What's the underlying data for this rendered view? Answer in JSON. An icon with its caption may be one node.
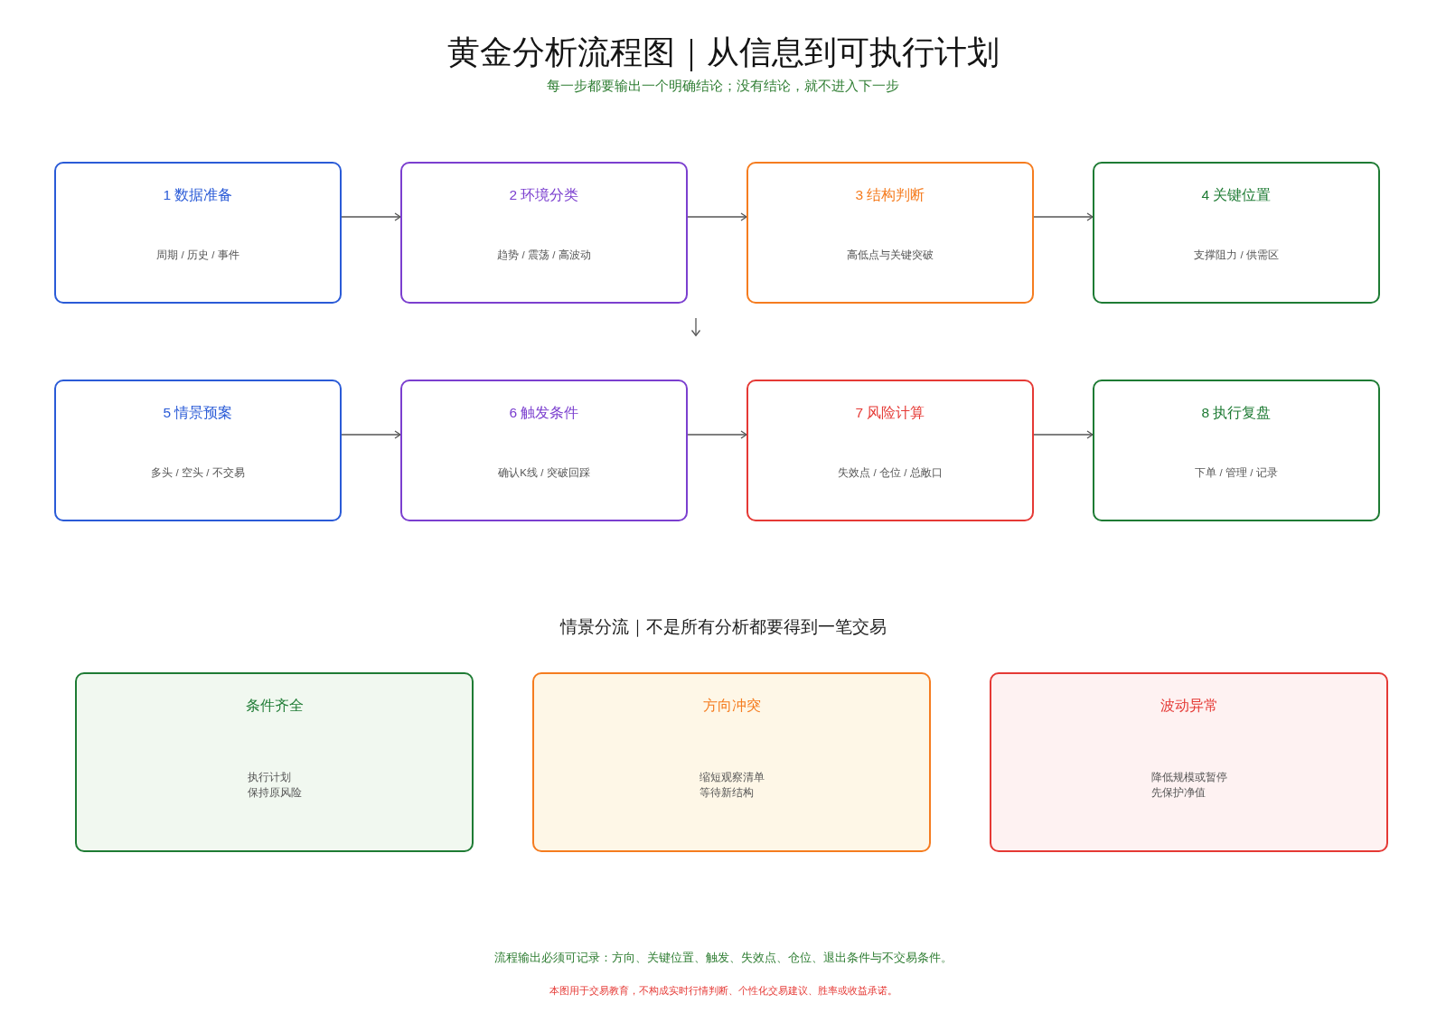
{
  "diagram": {
    "title": "黄金分析流程图｜从信息到可执行计划",
    "nodes": [
      {
        "text": [
          "1 数据准备",
          "周期 / 历史 / 事件"
        ]
      },
      {
        "text": [
          "2 环境分类",
          "趋势 / 震荡 / 高波动"
        ]
      },
      {
        "text": [
          "3 结构判断",
          "高低点与关键突破"
        ]
      },
      {
        "text": [
          "4 关键位置",
          "支撑阻力 / 供需区"
        ]
      },
      {
        "text": [
          "5 情景预案",
          "多头 / 空头 / 不交易"
        ]
      },
      {
        "text": [
          "6 触发条件",
          "确认K线 / 突破回踩"
        ]
      },
      {
        "text": [
          "7 风险计算",
          "失效点 / 仓位 / 总敞口"
        ]
      },
      {
        "text": [
          "8 执行复盘",
          "下单 / 管理 / 记录"
        ]
      },
      {
        "text": [
          "条件齐全",
          "执行计划",
          "保持原风险"
        ]
      },
      {
        "text": [
          "方向冲突",
          "缩短观察清单",
          "等待新结构"
        ]
      },
      {
        "text": [
          "波动异常",
          "降低规模或暂停",
          "先保护净值"
        ]
      }
    ],
    "edges": [
      {
        "from": 0,
        "to": 1,
        "arrow": "to"
      },
      {
        "from": 1,
        "to": 2,
        "arrow": "to"
      },
      {
        "from": 2,
        "to": 3,
        "arrow": "to"
      },
      {
        "from": 4,
        "to": 5,
        "arrow": "to"
      },
      {
        "from": 5,
        "to": 6,
        "arrow": "to"
      },
      {
        "from": 6,
        "to": 7,
        "arrow": "to"
      }
    ],
    "labels": [
      "每一步都要输出一个明确结论；没有结论，就不进入下一步",
      "情景分流｜不是所有分析都要得到一笔交易",
      "流程输出必须可记录：方向、关键位置、触发、失效点、仓位、退出条件与不交易条件。",
      "本图用于交易教育，不构成实时行情判断、个性化交易建议、胜率或收益承诺。"
    ]
  }
}
